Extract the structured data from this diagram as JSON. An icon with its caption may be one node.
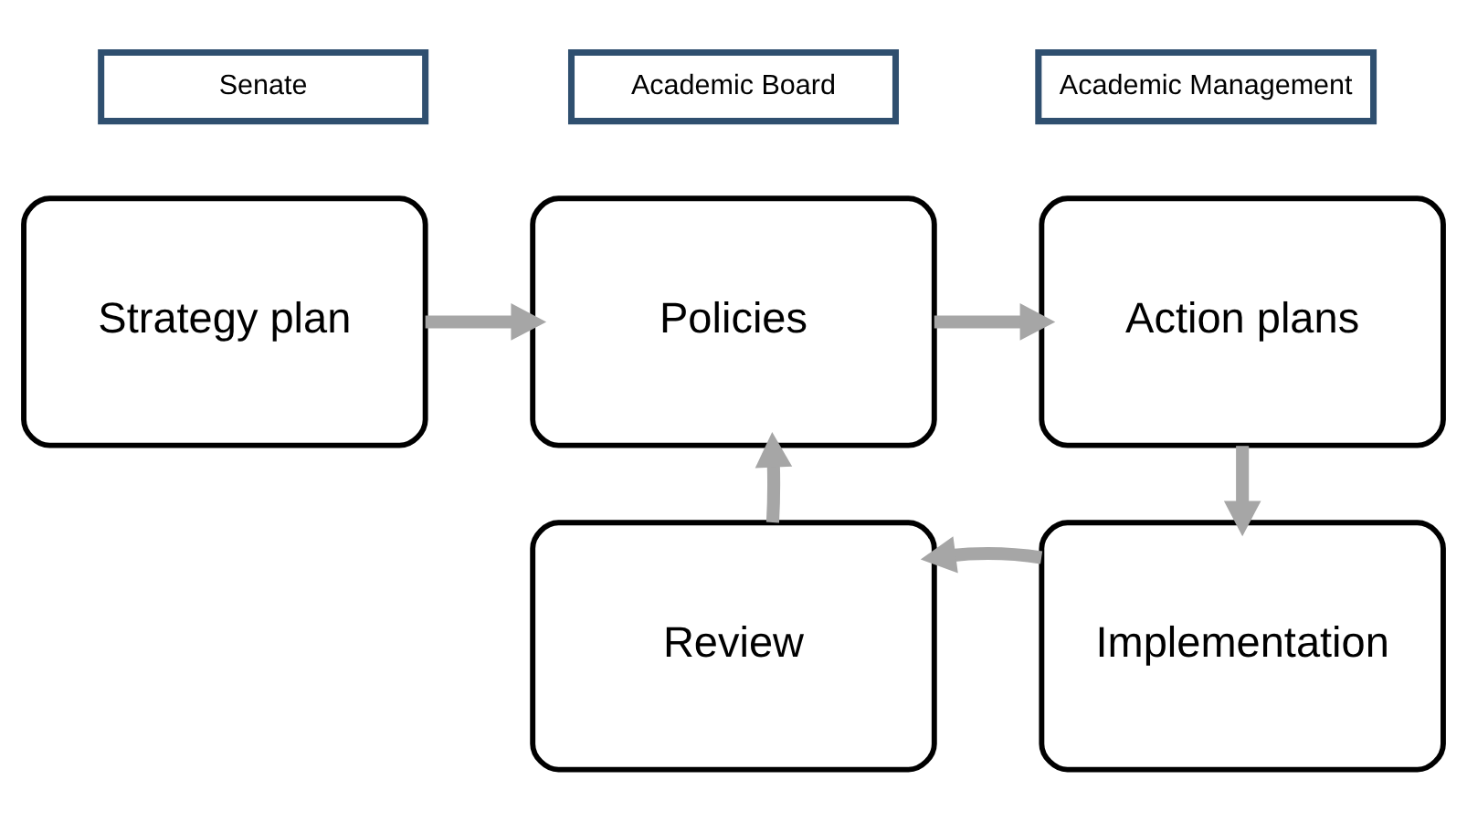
{
  "diagram": {
    "nodes": [
      {
        "text": [
          "Senate"
        ]
      },
      {
        "text": [
          "Academic Board"
        ]
      },
      {
        "text": [
          "Academic Management"
        ]
      },
      {
        "text": [
          "Strategy plan"
        ]
      },
      {
        "text": [
          "Policies"
        ]
      },
      {
        "text": [
          "Action plans"
        ]
      },
      {
        "text": [
          "Implementation"
        ]
      },
      {
        "text": [
          "Review"
        ]
      }
    ],
    "edges": [
      {
        "from": 3,
        "to": 4,
        "arrow": "to"
      },
      {
        "from": 4,
        "to": 5,
        "arrow": "to"
      },
      {
        "from": 5,
        "to": 6,
        "arrow": "to"
      },
      {
        "from": 6,
        "to": 7,
        "arrow": "to"
      },
      {
        "from": 7,
        "to": 4,
        "arrow": "to"
      }
    ]
  }
}
